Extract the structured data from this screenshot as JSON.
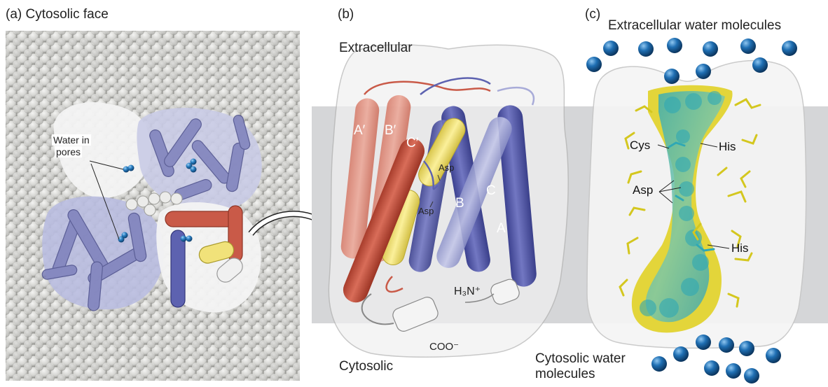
{
  "panel_a": {
    "label": "(a)  Cytosolic face",
    "water_label_line1": "Water in",
    "water_label_line2": "pores"
  },
  "panel_b": {
    "label": "(b)",
    "extracellular": "Extracellular",
    "cytosolic": "Cytosolic",
    "helices": {
      "a_prime": "A′",
      "b_prime": "B′",
      "c_prime": "C′",
      "a": "A",
      "b": "B",
      "c": "C"
    },
    "asp_top": "Asp",
    "asp_bottom": "Asp",
    "n_terminus": "H₃N⁺",
    "c_terminus": "COO⁻"
  },
  "panel_c": {
    "label": "(c)",
    "extracellular_water": "Extracellular water molecules",
    "cys": "Cys",
    "his_top": "His",
    "asp": "Asp",
    "his_bottom": "His",
    "cytosolic_water_line1": "Cytosolic water",
    "cytosolic_water_line2": "molecules"
  },
  "colors": {
    "membrane": "#d5d6d8",
    "lipid": "#dcdcda",
    "helix_red": "#c95a48",
    "helix_red_light": "#e08a78",
    "helix_blue": "#5d62b0",
    "helix_blue_light": "#a8abd8",
    "helix_yellow": "#f1e27a",
    "water_blue": "#1f6fb3",
    "pore_yellow": "#e3d53a",
    "pore_teal": "#2fa8b5"
  }
}
